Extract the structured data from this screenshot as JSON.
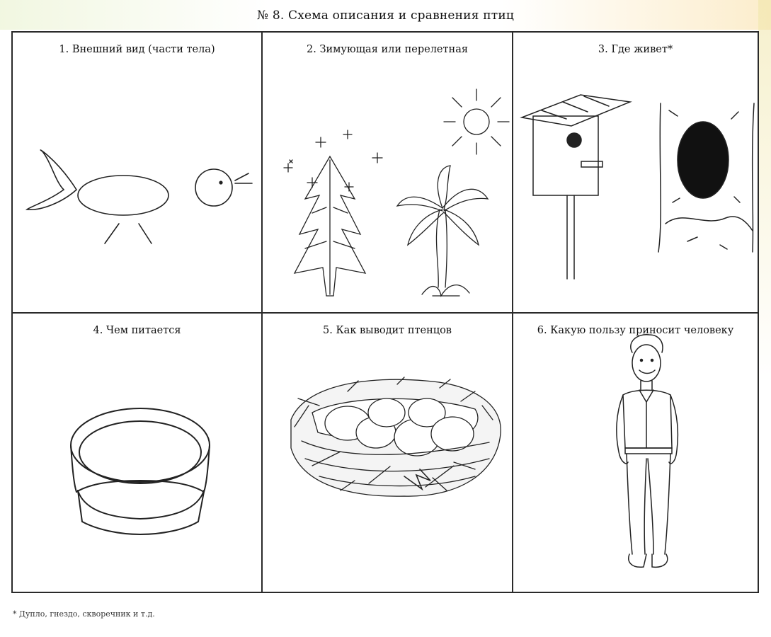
{
  "page": {
    "title": "№ 8. Схема описания и сравнения птиц",
    "footnote": "* Дупло, гнездо, скворечник и т.д."
  },
  "cells": [
    {
      "title": "1. Внешний вид (части тела)",
      "icon": "bird-sketch-icon"
    },
    {
      "title": "2. Зимующая или перелетная",
      "icon": "winter-summer-trees-icon"
    },
    {
      "title": "3. Где живет*",
      "icon": "birdhouse-and-hollow-icon"
    },
    {
      "title": "4. Чем питается",
      "icon": "feeder-bowl-icon"
    },
    {
      "title": "5. Как выводит птенцов",
      "icon": "nest-with-eggs-icon"
    },
    {
      "title": "6. Какую пользу приносит человеку",
      "icon": "man-figure-icon"
    }
  ]
}
